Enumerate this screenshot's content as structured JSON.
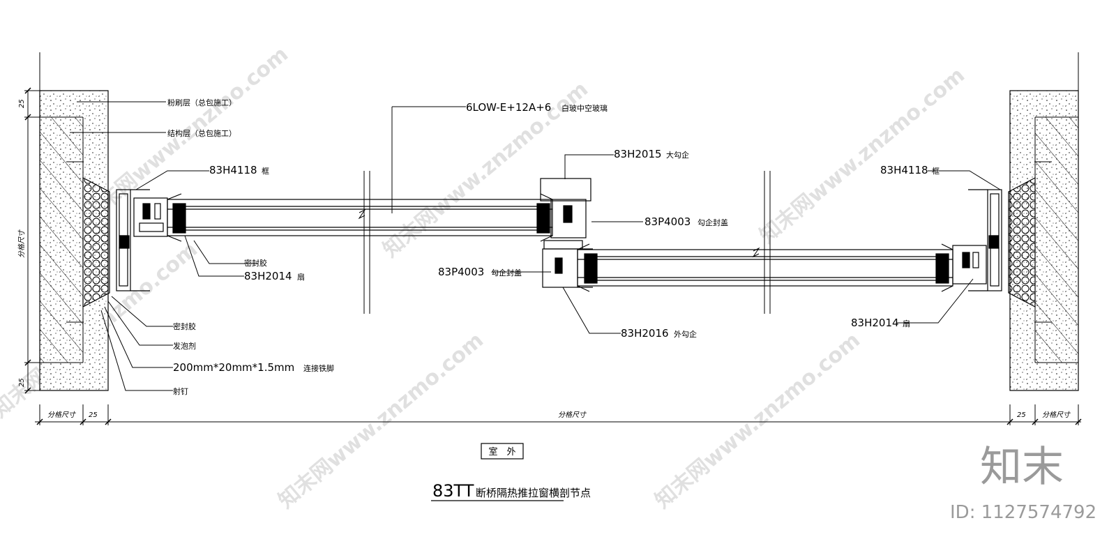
{
  "labels": {
    "glass": "6LOW-E+12A+6",
    "glass_note": "白玻中空玻璃",
    "plaster_layer": "粉刷层（总包施工）",
    "structure_layer": "结构层（总包施工）",
    "frame_left": "83H4118",
    "frame_left_note": "框",
    "frame_right": "83H4118",
    "frame_right_note": "框",
    "big_hook": "83H2015",
    "big_hook_note": "大勾企",
    "hook_seal_right": "83P4003",
    "hook_seal_right_note": "勾企封盖",
    "hook_seal_mid": "83P4003",
    "hook_seal_mid_note": "勾企封盖",
    "sealant_top": "密封胶",
    "sash_left": "83H2014",
    "sash_left_note": "扇",
    "sash_right": "83H2014",
    "sash_right_note": "扇",
    "outer_hook": "83H2016",
    "outer_hook_note": "外勾企",
    "sealant_bottom": "密封胶",
    "foam": "发泡剂",
    "bracket": "200mm*20mm*1.5mm",
    "bracket_note": "连接铁脚",
    "nail": "射钉",
    "outdoor": "室　外",
    "title_num": "83TT",
    "title_text": "断桥隔热推拉窗横剖节点"
  },
  "dimensions": {
    "top_left": "25",
    "bottom_left": "25",
    "side_left": "分格尺寸",
    "bottom_left_cell": "分格尺寸",
    "bottom_left_25": "25",
    "bottom_center": "分格尺寸",
    "bottom_right_25": "25",
    "bottom_right_cell": "分格尺寸"
  },
  "watermark": {
    "site": "知末网www.znzmo.com",
    "logo": "知末",
    "id": "ID: 1127574792"
  }
}
